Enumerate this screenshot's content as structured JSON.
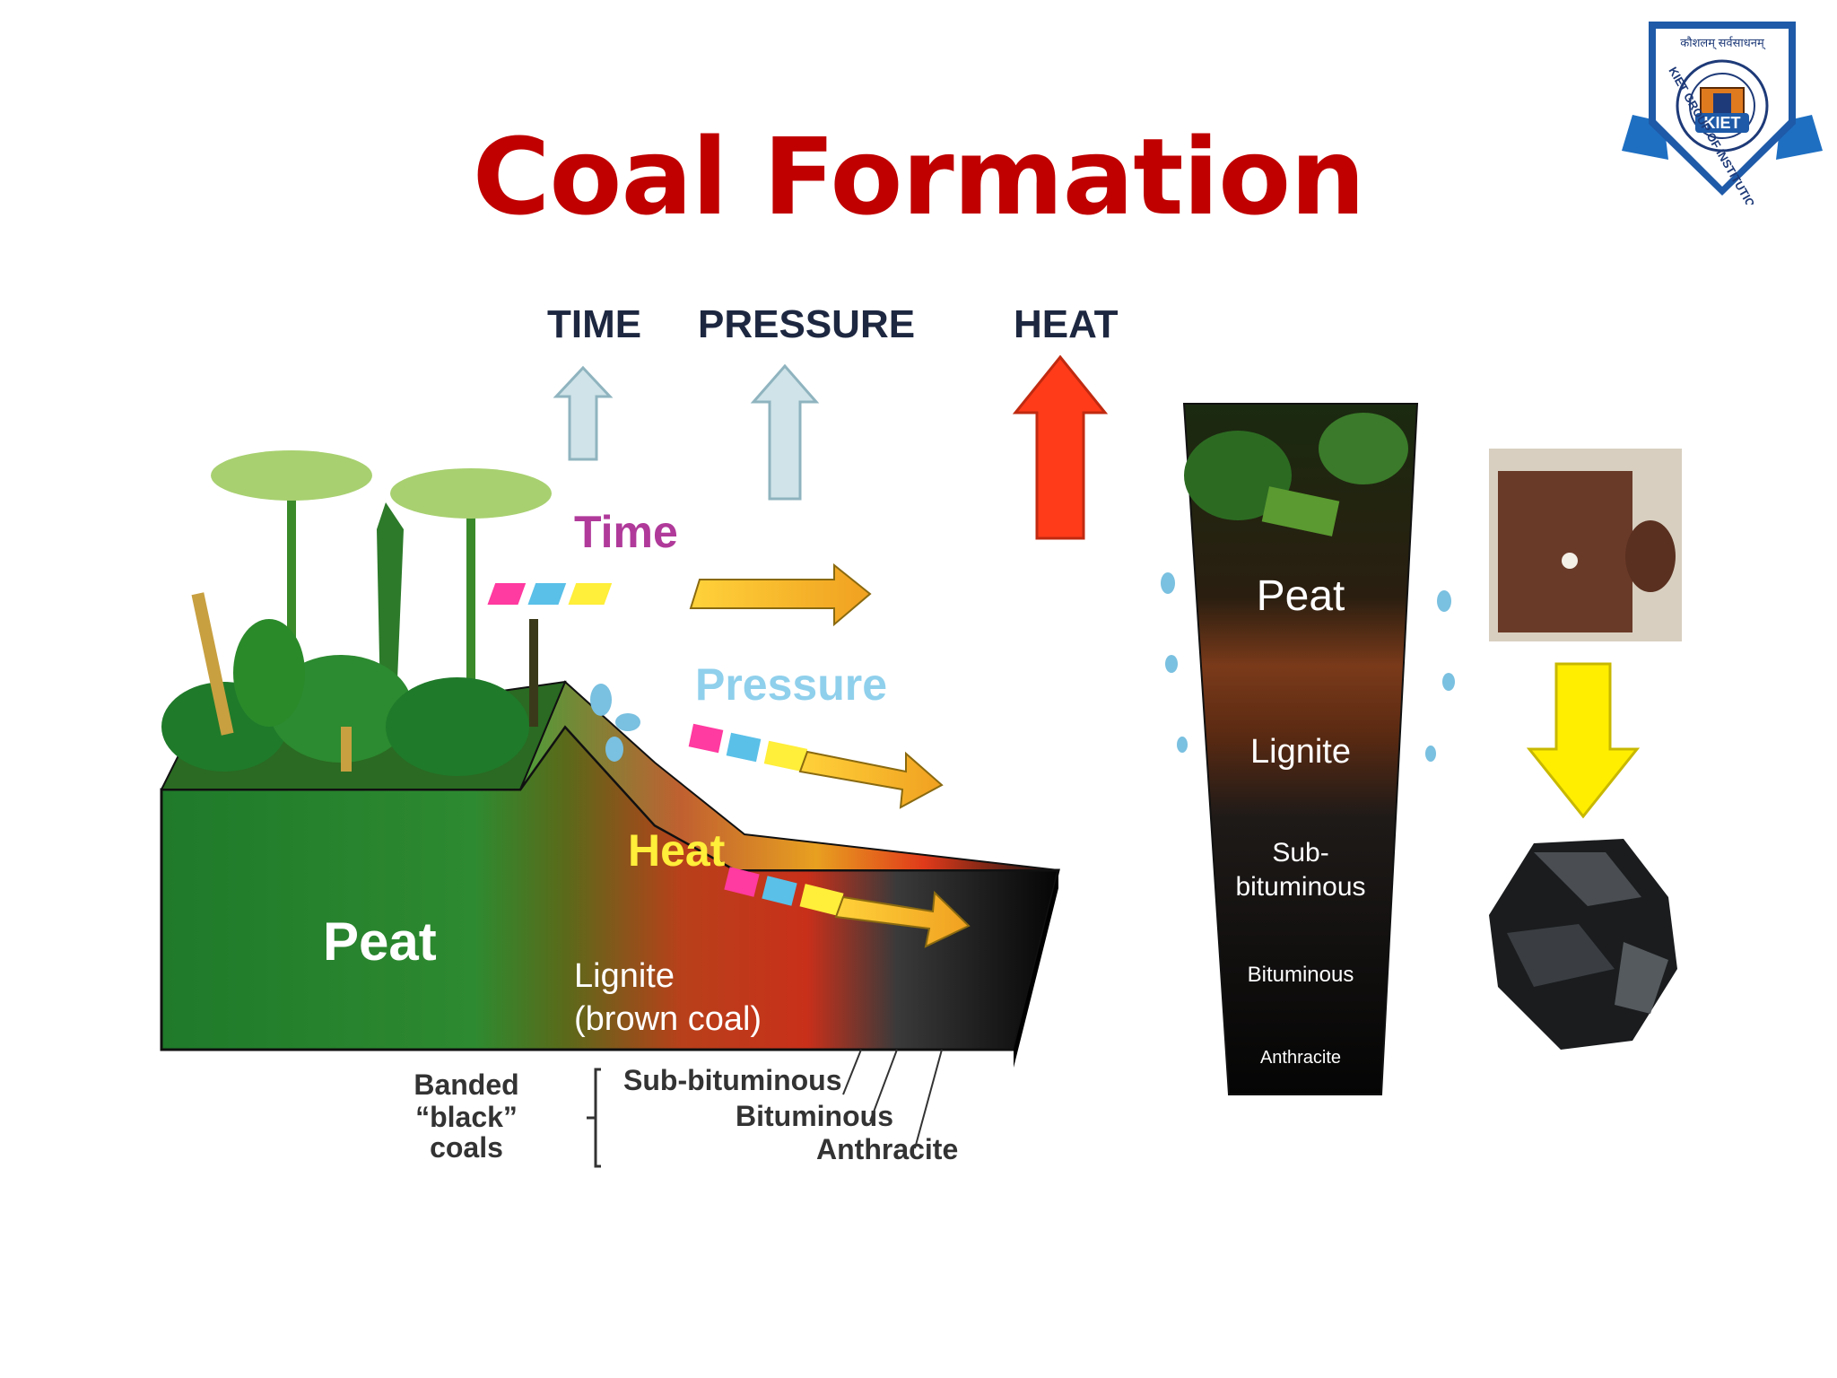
{
  "slide": {
    "title": "Coal Formation"
  },
  "logo": {
    "motto": "कौशलम् सर्वसाधनम्",
    "ring_text": "KIET GROUP OF INSTITUTIONS",
    "badge": "KIET"
  },
  "factors": {
    "time": "TIME",
    "pressure": "PRESSURE",
    "heat": "HEAT"
  },
  "arrows": {
    "time": "Time",
    "pressure": "Pressure",
    "heat": "Heat"
  },
  "block_labels": {
    "peat": "Peat",
    "lignite": "Lignite",
    "lignite_sub": "(brown coal)",
    "banded_1": "Banded",
    "banded_2": "“black”",
    "banded_3": "coals",
    "sub_bituminous": "Sub-bituminous",
    "bituminous": "Bituminous",
    "anthracite": "Anthracite"
  },
  "column_labels": {
    "peat": "Peat",
    "lignite": "Lignite",
    "sub_1": "Sub-",
    "sub_2": "bituminous",
    "bituminous": "Bituminous",
    "anthracite": "Anthracite"
  },
  "colors": {
    "title": "#c00000",
    "heat_arrow": "#ff3b1a",
    "light_arrow": "#b9d8de",
    "yellow_arrow": "#ffee00"
  }
}
